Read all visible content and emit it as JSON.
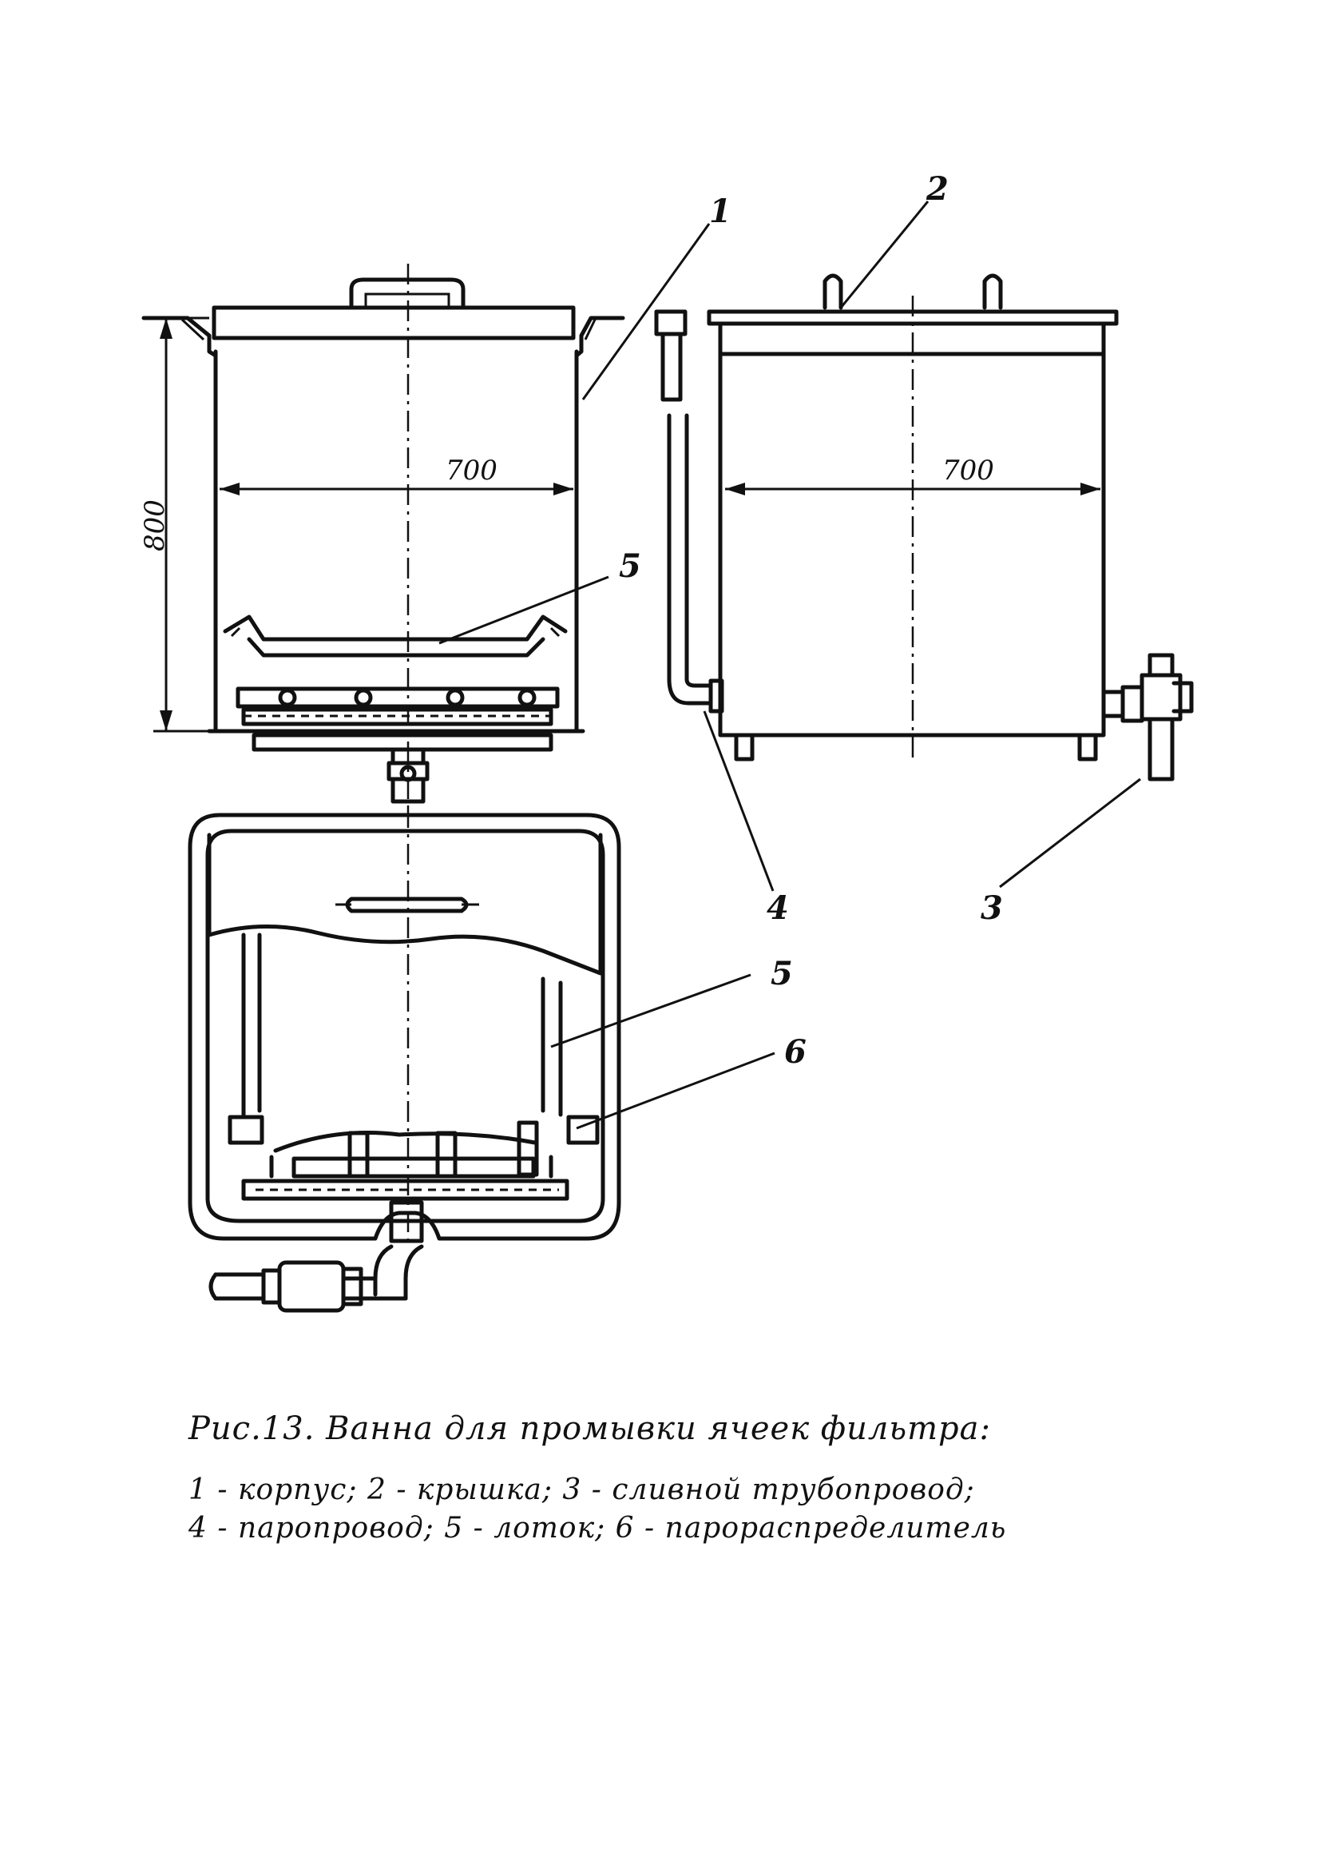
{
  "figure": {
    "caption": "Рис.13. Ванна для промывки ячеек фильтра:",
    "legend_lines": [
      "1 - корпус; 2 - крышка; 3 - сливной трубопровод;",
      "4 - паропровод; 5 - лоток; 6 - парораспределитель"
    ]
  },
  "dimensions": {
    "front_width": "700",
    "side_width": "700",
    "front_height": "800"
  },
  "callouts": {
    "c1": "1",
    "c2": "2",
    "c3": "3",
    "c4": "4",
    "c5_front": "5",
    "c5_plan": "5",
    "c6": "6"
  }
}
